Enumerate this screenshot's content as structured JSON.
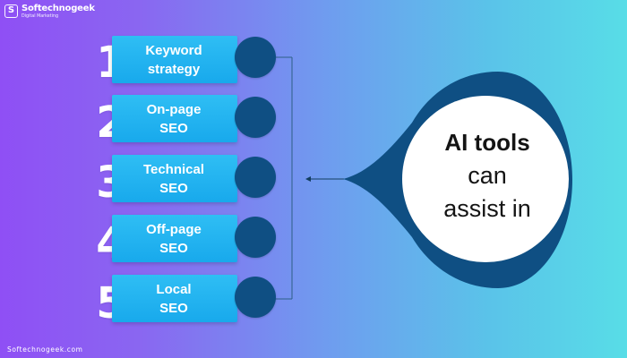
{
  "brand": {
    "name": "Softechnogeek",
    "tagline": "Digital Marketing",
    "logo_icon": "s-badge-icon"
  },
  "footer": {
    "text": "Softechnogeek.com"
  },
  "list": {
    "items": [
      {
        "number": "1",
        "label_line1": "Keyword",
        "label_line2": "strategy"
      },
      {
        "number": "2",
        "label_line1": "On-page",
        "label_line2": "SEO"
      },
      {
        "number": "3",
        "label_line1": "Technical",
        "label_line2": "SEO"
      },
      {
        "number": "4",
        "label_line1": "Off-page",
        "label_line2": "SEO"
      },
      {
        "number": "5",
        "label_line1": "Local",
        "label_line2": "SEO"
      }
    ]
  },
  "callout": {
    "line1": "AI tools",
    "line2": "can",
    "line3": "assist in"
  },
  "icons": {
    "arrow": "left-arrow-icon"
  },
  "colors": {
    "gradient_start": "#8f4ff5",
    "gradient_end": "#58dde7",
    "card_blue": "#18a9ec",
    "dot_navy": "#0f4f83",
    "callout_navy": "#0f4f83",
    "callout_fill": "#ffffff"
  }
}
